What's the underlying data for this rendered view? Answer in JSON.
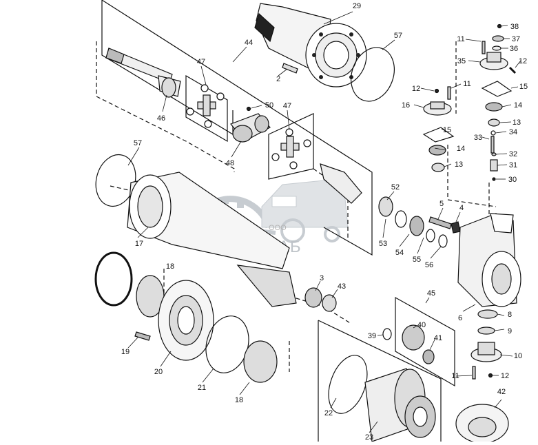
{
  "watermark": {
    "company_prefix": "ООО",
    "company_name": "АГРОСНАБ"
  },
  "callouts": [
    {
      "id": "c29",
      "text": "29"
    },
    {
      "id": "c57a",
      "text": "57"
    },
    {
      "id": "c44",
      "text": "44"
    },
    {
      "id": "c47a",
      "text": "47"
    },
    {
      "id": "c2",
      "text": "2"
    },
    {
      "id": "c46",
      "text": "46"
    },
    {
      "id": "c50",
      "text": "50"
    },
    {
      "id": "c47b",
      "text": "47"
    },
    {
      "id": "c48",
      "text": "48"
    },
    {
      "id": "c57b",
      "text": "57"
    },
    {
      "id": "c17",
      "text": "17"
    },
    {
      "id": "c52",
      "text": "52"
    },
    {
      "id": "c53",
      "text": "53"
    },
    {
      "id": "c54",
      "text": "54"
    },
    {
      "id": "c55",
      "text": "55"
    },
    {
      "id": "c56",
      "text": "56"
    },
    {
      "id": "c5",
      "text": "5"
    },
    {
      "id": "c4",
      "text": "4"
    },
    {
      "id": "c18a",
      "text": "18"
    },
    {
      "id": "c3",
      "text": "3"
    },
    {
      "id": "c43",
      "text": "43"
    },
    {
      "id": "c45",
      "text": "45"
    },
    {
      "id": "c6",
      "text": "6"
    },
    {
      "id": "c8",
      "text": "8"
    },
    {
      "id": "c9",
      "text": "9"
    },
    {
      "id": "c10",
      "text": "10"
    },
    {
      "id": "c11c",
      "text": "11"
    },
    {
      "id": "c12c",
      "text": "12"
    },
    {
      "id": "c39",
      "text": "39"
    },
    {
      "id": "c40",
      "text": "40"
    },
    {
      "id": "c41",
      "text": "41"
    },
    {
      "id": "c19",
      "text": "19"
    },
    {
      "id": "c20",
      "text": "20"
    },
    {
      "id": "c21",
      "text": "21"
    },
    {
      "id": "c18b",
      "text": "18"
    },
    {
      "id": "c22",
      "text": "22"
    },
    {
      "id": "c23",
      "text": "23"
    },
    {
      "id": "c42",
      "text": "42"
    },
    {
      "id": "c38",
      "text": "38"
    },
    {
      "id": "c37",
      "text": "37"
    },
    {
      "id": "c36",
      "text": "36"
    },
    {
      "id": "c11a",
      "text": "11"
    },
    {
      "id": "c35",
      "text": "35"
    },
    {
      "id": "c12a",
      "text": "12"
    },
    {
      "id": "c15a",
      "text": "15"
    },
    {
      "id": "c12b",
      "text": "12"
    },
    {
      "id": "c11b",
      "text": "11"
    },
    {
      "id": "c16",
      "text": "16"
    },
    {
      "id": "c14a",
      "text": "14"
    },
    {
      "id": "c13a",
      "text": "13"
    },
    {
      "id": "c15b",
      "text": "15"
    },
    {
      "id": "c34",
      "text": "34"
    },
    {
      "id": "c33",
      "text": "33"
    },
    {
      "id": "c14b",
      "text": "14"
    },
    {
      "id": "c32",
      "text": "32"
    },
    {
      "id": "c13b",
      "text": "13"
    },
    {
      "id": "c31",
      "text": "31"
    },
    {
      "id": "c30",
      "text": "30"
    }
  ]
}
